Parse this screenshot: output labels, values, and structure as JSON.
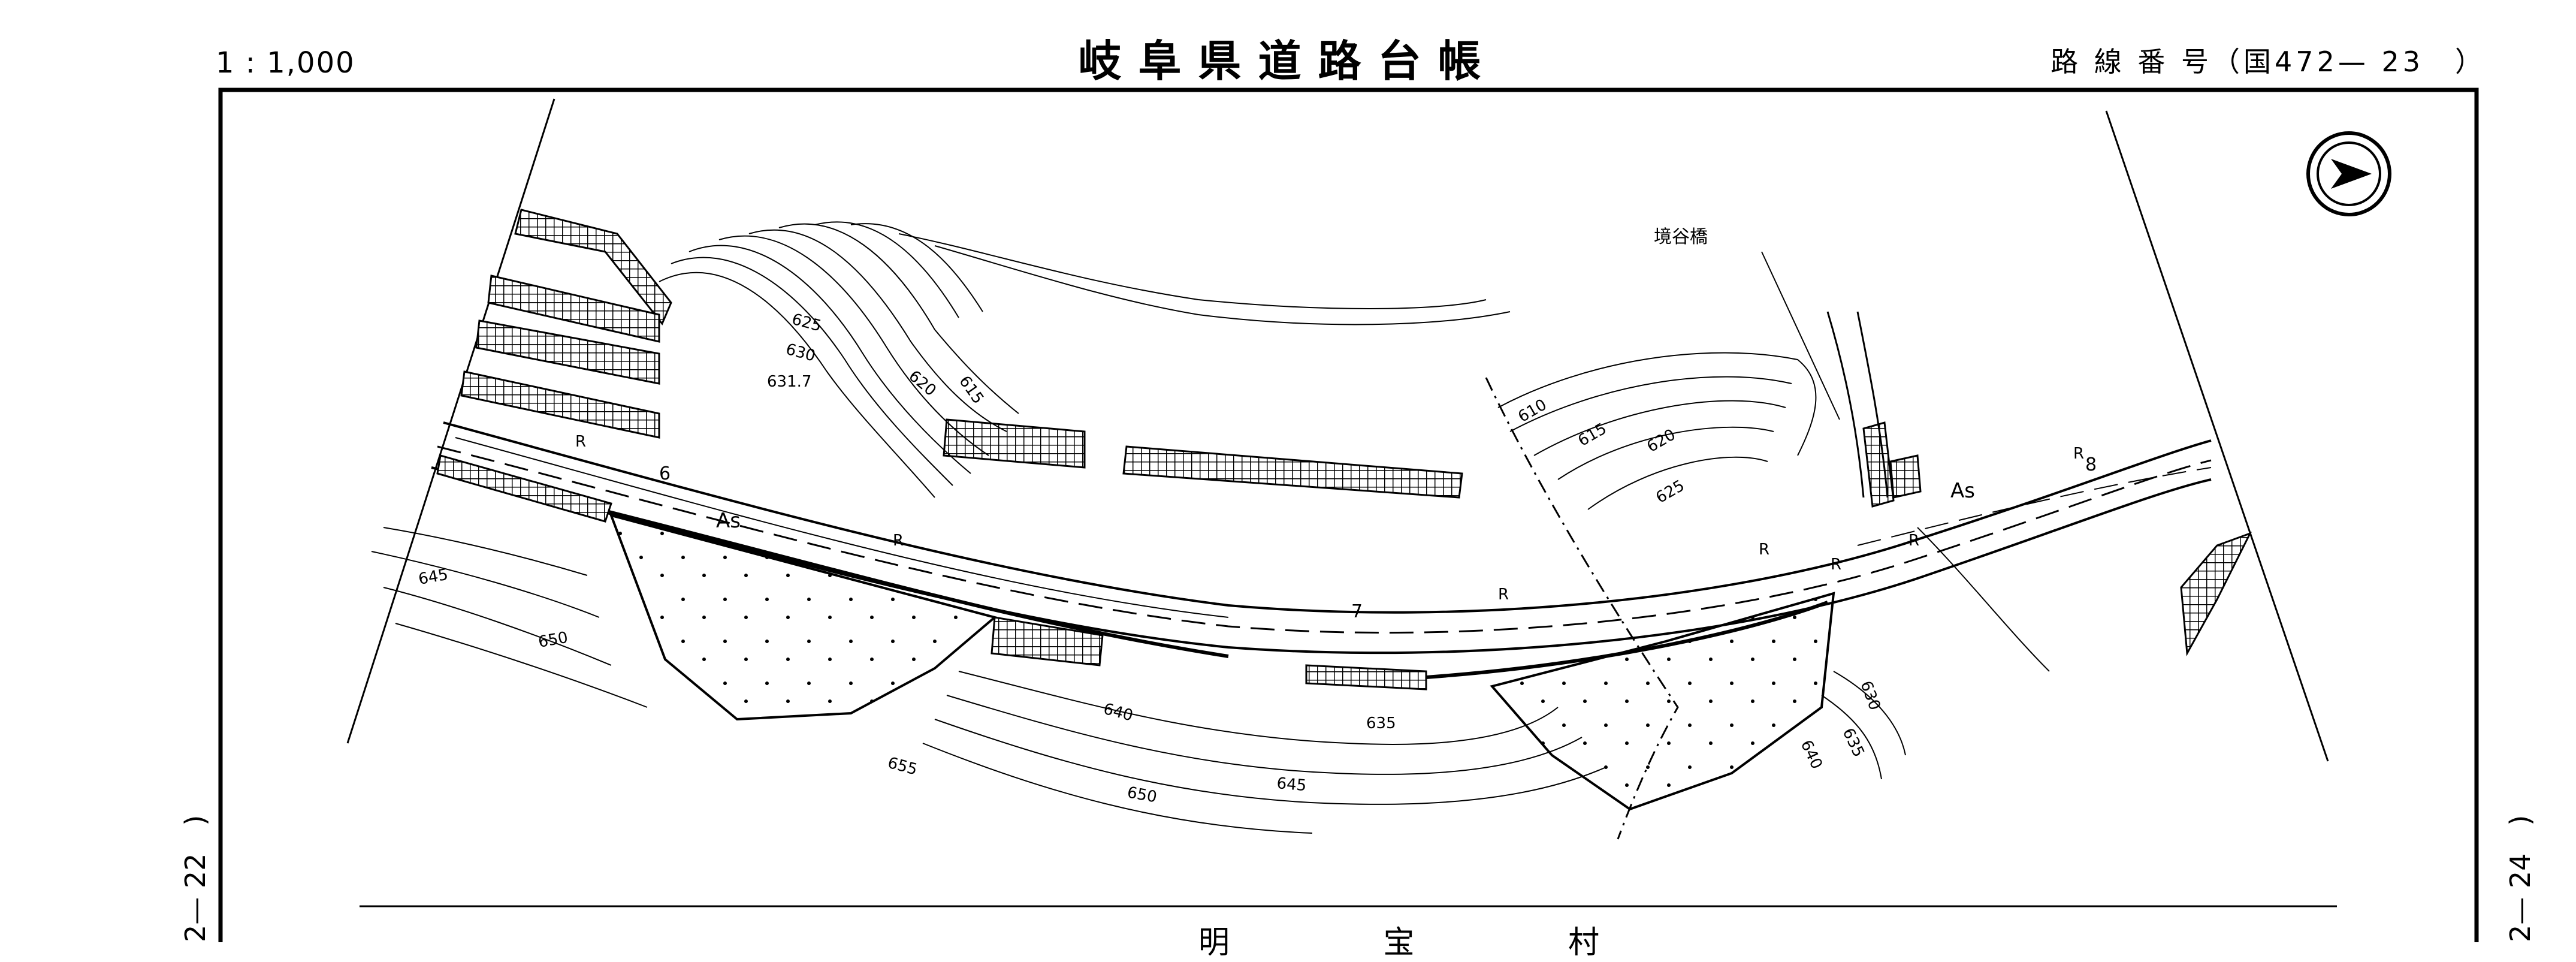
{
  "header": {
    "scale": "1 : 1,000",
    "title": "岐阜県道路台帳",
    "route": "路 線 番 号（国472— 23　）"
  },
  "side_refs": {
    "prev": "2— 22　)",
    "next": "2— 24　)"
  },
  "bottom_label": "明 宝 村",
  "map": {
    "north_arrow": "north-arrow",
    "bridge_name": "境谷橋",
    "road_labels": [
      "As",
      "As"
    ],
    "route_markers": [
      "6",
      "7",
      "8"
    ],
    "retaining_marks": [
      "R",
      "R",
      "R",
      "R",
      "R",
      "R",
      "R"
    ],
    "contours": [
      "625",
      "630",
      "631.7",
      "620",
      "615",
      "610",
      "615",
      "620",
      "625",
      "645",
      "650",
      "640",
      "635",
      "655",
      "650",
      "645",
      "635",
      "640",
      "630"
    ]
  }
}
